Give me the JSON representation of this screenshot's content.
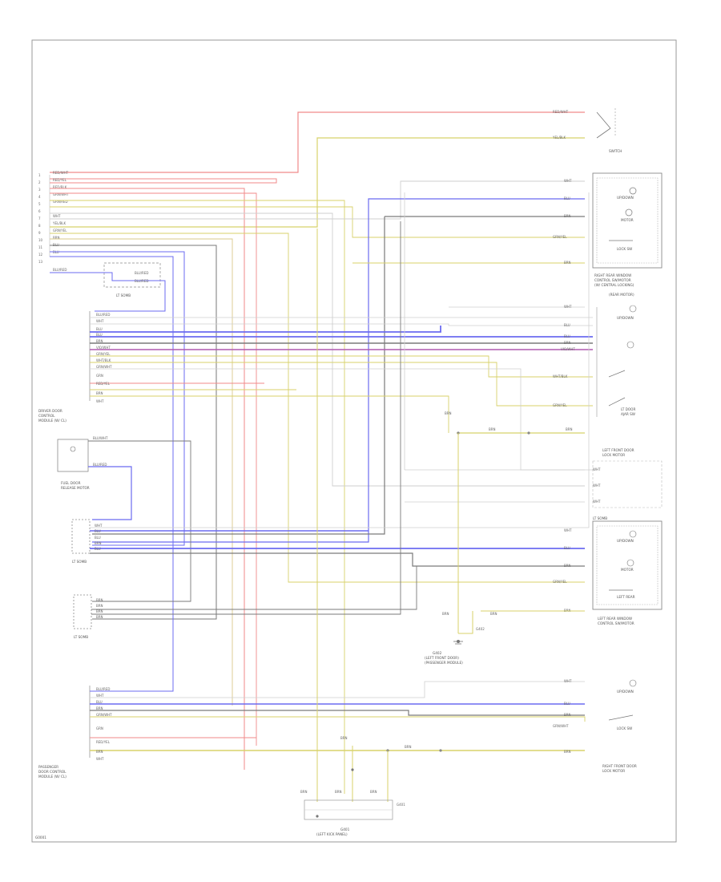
{
  "diagram": {
    "footer_code": "(footer text too small to read)",
    "components": {
      "ground_bottom": "G401",
      "ground_mid": "G402"
    },
    "colors": {
      "red": "#f08a8a",
      "yellow": "#d8d26a",
      "blue": "#6b6bf0",
      "gray": "#7a7a7a",
      "light_gray": "#cfcfcf",
      "purple": "#b05ab0",
      "tan": "#d9c98a",
      "frame": "#9a9a9a"
    }
  }
}
